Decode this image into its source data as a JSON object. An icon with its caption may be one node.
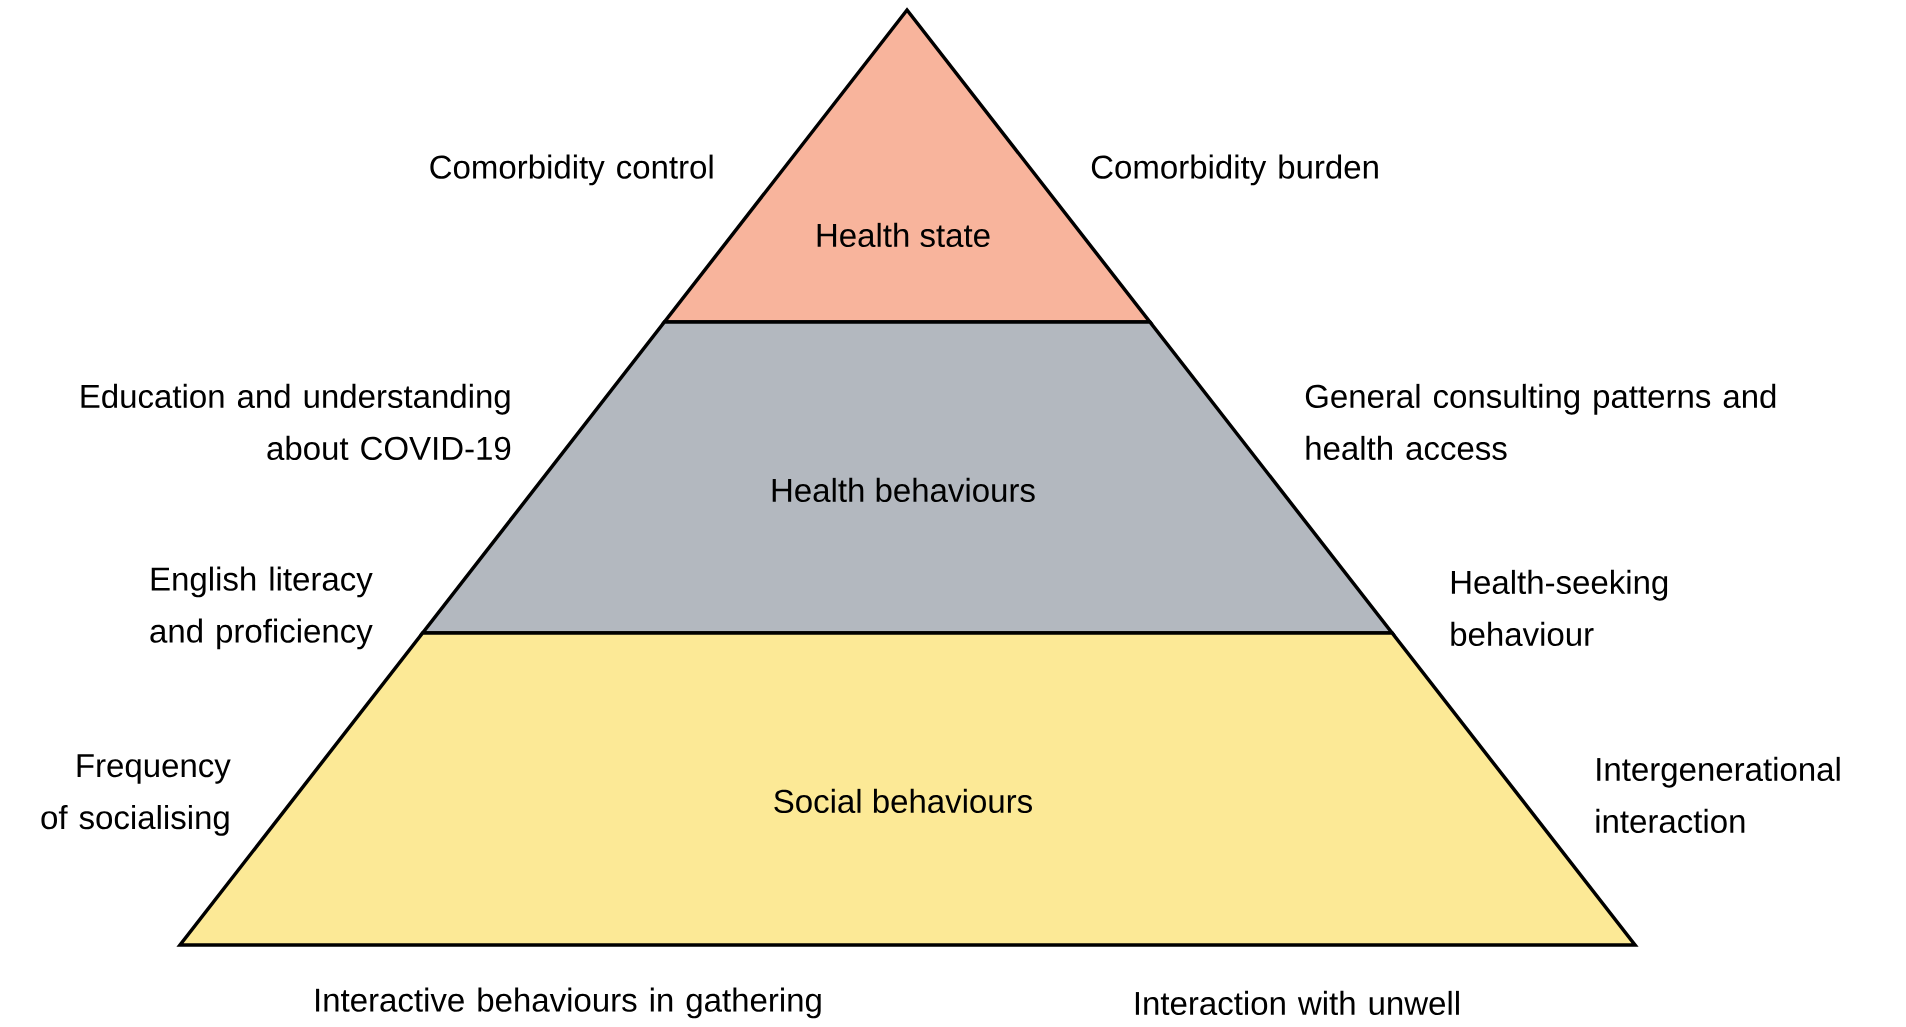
{
  "diagram": {
    "nodes": [
      {
        "text": [
          "Health state"
        ]
      },
      {
        "text": [
          "Health behaviours"
        ]
      },
      {
        "text": [
          "Social behaviours"
        ]
      }
    ],
    "labels": [
      "Comorbidity control",
      "Comorbidity burden",
      "Education and understanding about COVID-19",
      "General consulting patterns and health access",
      "English literacy and proficiency",
      "Health-seeking behaviour",
      "Frequency of socialising",
      "Intergenerational interaction",
      "Interactive behaviours in gathering",
      "Interaction with unwell"
    ]
  }
}
